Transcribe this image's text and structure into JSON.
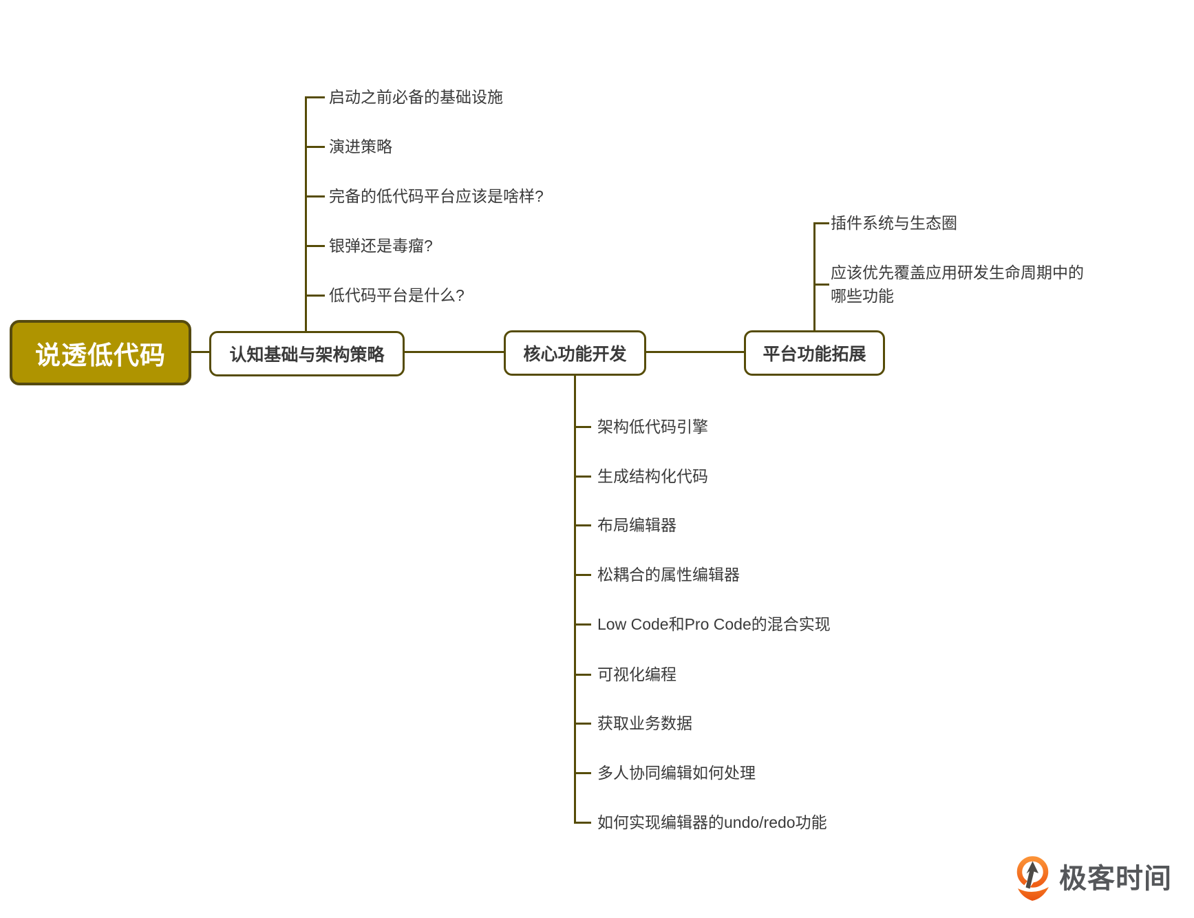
{
  "root": {
    "label": "说透低代码"
  },
  "nodes": [
    {
      "id": "architecture",
      "label": "认知基础与架构策略"
    },
    {
      "id": "core",
      "label": "核心功能开发"
    },
    {
      "id": "platform",
      "label": "平台功能拓展"
    }
  ],
  "branches": {
    "architecture": {
      "items": [
        "启动之前必备的基础设施",
        "演进策略",
        "完备的低代码平台应该是啥样?",
        "银弹还是毒瘤?",
        "低代码平台是什么?"
      ]
    },
    "core": {
      "items": [
        "架构低代码引擎",
        "生成结构化代码",
        "布局编辑器",
        "松耦合的属性编辑器",
        "Low Code和Pro Code的混合实现",
        "可视化编程",
        "获取业务数据",
        "多人协同编辑如何处理",
        "如何实现编辑器的undo/redo功能"
      ]
    },
    "platform": {
      "items": [
        "插件系统与生态圈",
        "应该优先覆盖应用研发生命周期中的哪些功能"
      ]
    }
  },
  "logo": {
    "text": "极客时间"
  },
  "colors": {
    "line": "#564C08",
    "root_fill": "#AF9400",
    "root_border": "#554A10",
    "root_text": "#FFFFFF",
    "node_text": "#3A3A3A",
    "branch_text": "#3A3A3A",
    "logo_text": "#55575A",
    "logo_orange": "#F2661C"
  }
}
